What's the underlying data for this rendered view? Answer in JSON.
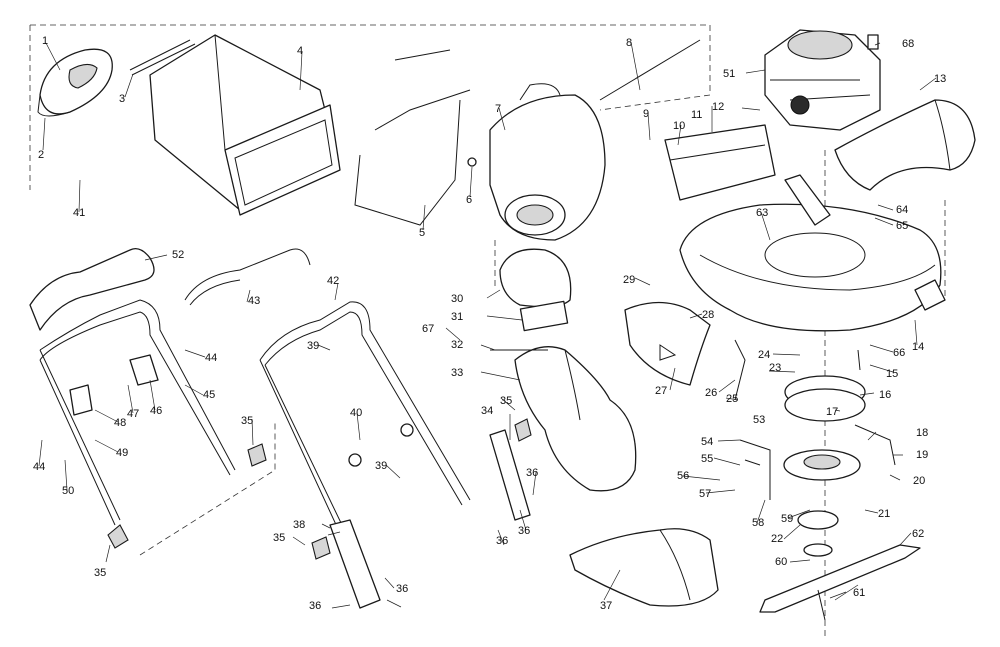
{
  "callouts": [
    {
      "id": "c1",
      "text": "1"
    },
    {
      "id": "c2",
      "text": "2"
    },
    {
      "id": "c3",
      "text": "3"
    },
    {
      "id": "c4",
      "text": "4"
    },
    {
      "id": "c5",
      "text": "5"
    },
    {
      "id": "c6",
      "text": "6"
    },
    {
      "id": "c7",
      "text": "7"
    },
    {
      "id": "c8",
      "text": "8"
    },
    {
      "id": "c9",
      "text": "9"
    },
    {
      "id": "c10",
      "text": "10"
    },
    {
      "id": "c11",
      "text": "11"
    },
    {
      "id": "c12",
      "text": "12"
    },
    {
      "id": "c13",
      "text": "13"
    },
    {
      "id": "c14",
      "text": "14"
    },
    {
      "id": "c15",
      "text": "15"
    },
    {
      "id": "c16",
      "text": "16"
    },
    {
      "id": "c17",
      "text": "17"
    },
    {
      "id": "c18",
      "text": "18"
    },
    {
      "id": "c19",
      "text": "19"
    },
    {
      "id": "c20",
      "text": "20"
    },
    {
      "id": "c21",
      "text": "21"
    },
    {
      "id": "c22",
      "text": "22"
    },
    {
      "id": "c23",
      "text": "23"
    },
    {
      "id": "c24",
      "text": "24"
    },
    {
      "id": "c25",
      "text": "25"
    },
    {
      "id": "c26",
      "text": "26"
    },
    {
      "id": "c27",
      "text": "27"
    },
    {
      "id": "c28",
      "text": "28"
    },
    {
      "id": "c29",
      "text": "29"
    },
    {
      "id": "c30",
      "text": "30"
    },
    {
      "id": "c31",
      "text": "31"
    },
    {
      "id": "c32",
      "text": "32"
    },
    {
      "id": "c33",
      "text": "33"
    },
    {
      "id": "c34",
      "text": "34"
    },
    {
      "id": "c35a",
      "text": "35"
    },
    {
      "id": "c35b",
      "text": "35"
    },
    {
      "id": "c35c",
      "text": "35"
    },
    {
      "id": "c35d",
      "text": "35"
    },
    {
      "id": "c36a",
      "text": "36"
    },
    {
      "id": "c36b",
      "text": "36"
    },
    {
      "id": "c36c",
      "text": "36"
    },
    {
      "id": "c36d",
      "text": "36"
    },
    {
      "id": "c36e",
      "text": "36"
    },
    {
      "id": "c37",
      "text": "37"
    },
    {
      "id": "c38",
      "text": "38"
    },
    {
      "id": "c39a",
      "text": "39"
    },
    {
      "id": "c39b",
      "text": "39"
    },
    {
      "id": "c40",
      "text": "40"
    },
    {
      "id": "c41",
      "text": "41"
    },
    {
      "id": "c42",
      "text": "42"
    },
    {
      "id": "c43",
      "text": "43"
    },
    {
      "id": "c44a",
      "text": "44"
    },
    {
      "id": "c44b",
      "text": "44"
    },
    {
      "id": "c45",
      "text": "45"
    },
    {
      "id": "c46",
      "text": "46"
    },
    {
      "id": "c47",
      "text": "47"
    },
    {
      "id": "c48",
      "text": "48"
    },
    {
      "id": "c49",
      "text": "49"
    },
    {
      "id": "c50",
      "text": "50"
    },
    {
      "id": "c51",
      "text": "51"
    },
    {
      "id": "c52",
      "text": "52"
    },
    {
      "id": "c53",
      "text": "53"
    },
    {
      "id": "c54",
      "text": "54"
    },
    {
      "id": "c55",
      "text": "55"
    },
    {
      "id": "c56",
      "text": "56"
    },
    {
      "id": "c57",
      "text": "57"
    },
    {
      "id": "c58",
      "text": "58"
    },
    {
      "id": "c59",
      "text": "59"
    },
    {
      "id": "c60",
      "text": "60"
    },
    {
      "id": "c61",
      "text": "61"
    },
    {
      "id": "c62",
      "text": "62"
    },
    {
      "id": "c63",
      "text": "63"
    },
    {
      "id": "c64",
      "text": "64"
    },
    {
      "id": "c65",
      "text": "65"
    },
    {
      "id": "c66",
      "text": "66"
    },
    {
      "id": "c67",
      "text": "67"
    },
    {
      "id": "c68",
      "text": "68"
    }
  ],
  "colors": {
    "line": "#1a1a1a",
    "background": "#ffffff",
    "shade": "#d6d6d6"
  }
}
